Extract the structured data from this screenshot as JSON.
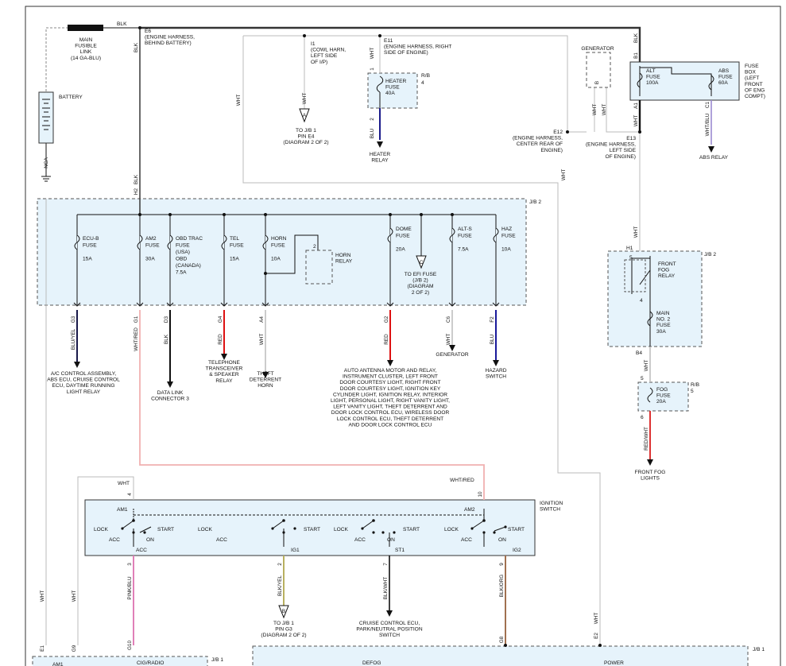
{
  "top": {
    "fusible_link": [
      "MAIN",
      "FUSIBLE",
      "LINK",
      "(14 GA-BLU)"
    ],
    "blk_top": "BLK",
    "e6": [
      "E6",
      "(ENGINE HARNESS,",
      "BEHIND BATTERY)"
    ],
    "battery": "BATTERY",
    "nca": "NCA",
    "blk_left": "BLK",
    "i1": [
      "I1",
      "(COWL HARN,",
      "LEFT SIDE",
      "OF I/P)"
    ],
    "i1_wire": "WHT",
    "conn_a": "A",
    "to_jb1_e4": [
      "TO J/B 1",
      "PIN E4",
      "(DIAGRAM 2 OF 2)"
    ],
    "e11": [
      "E11",
      "(ENGINE HARNESS, RIGHT",
      "SIDE OF ENGINE)"
    ],
    "e11_wire": "WHT",
    "heater_fuse": [
      "HEATER",
      "FUSE",
      "40A"
    ],
    "rb": "R/B",
    "pin_4": "4",
    "pin_1": "1",
    "pin_2": "2",
    "blu": "BLU",
    "heater_relay": [
      "HEATER",
      "RELAY"
    ],
    "wht_loop": "WHT",
    "generator": "GENERATOR",
    "gen_b": "B",
    "gen_wht1": "WHT",
    "gen_wht2": "WHT",
    "e12": [
      "E12",
      "(ENGINE HARNESS,",
      "CENTER REAR OF",
      "ENGINE)"
    ],
    "e12_wht": "WHT",
    "e13": [
      "E13",
      "(ENGINE HARNESS,",
      "LEFT SIDE",
      "OF ENGINE)"
    ],
    "b1": "B1",
    "b1_blk": "BLK",
    "alt_fuse": [
      "ALT",
      "FUSE",
      "100A"
    ],
    "abs_fuse": [
      "ABS",
      "FUSE",
      "60A"
    ],
    "fuse_box": [
      "FUSE",
      "BOX",
      "(LEFT",
      "FRONT",
      "OF ENG",
      "COMPT)"
    ],
    "a1": "A1",
    "a1_wht": "WHT",
    "c1": "C1",
    "c1_wire": "WHT/BLU",
    "abs_relay": "ABS RELAY"
  },
  "jb2": {
    "label": "J/B 2",
    "h2": "H2",
    "h2_blk": "BLK",
    "fuses": [
      {
        "name": [
          "ECU-B",
          "FUSE",
          "",
          "15A"
        ],
        "pin": "G3",
        "wire": "BLU/YEL",
        "dest": [
          "A/C CONTROL ASSEMBLY,",
          "ABS ECU, CRUISE CONTROL",
          "ECU, DAYTIME RUNNING",
          "LIGHT RELAY"
        ]
      },
      {
        "name": [
          "AM2",
          "FUSE",
          "",
          "30A"
        ],
        "pin": "G1",
        "wire": "WHT/RED",
        "dest": []
      },
      {
        "name": [
          "OBD TRAC",
          "FUSE",
          "(USA)",
          "OBD",
          "(CANADA)",
          "7.5A"
        ],
        "pin": "D3",
        "wire": "BLK",
        "dest": [
          "DATA LINK",
          "CONNECTOR 3"
        ]
      },
      {
        "name": [
          "TEL",
          "FUSE",
          "",
          "15A"
        ],
        "pin": "G4",
        "wire": "RED",
        "dest": [
          "TELEPHONE",
          "TRANSCEIVER",
          "& SPEAKER",
          "RELAY"
        ]
      },
      {
        "name": [
          "HORN",
          "FUSE",
          "",
          "10A"
        ],
        "pin": "A4",
        "wire": "WHT",
        "dest": [
          "THEFT",
          "DETERRENT",
          "HORN"
        ]
      },
      {
        "name": [
          "DOME",
          "FUSE",
          "",
          "20A"
        ],
        "pin": "G2",
        "wire": "RED",
        "dest": [
          "AUTO ANTENNA MOTOR AND RELAY,",
          "INSTRUMENT CLUSTER, LEFT FRONT",
          "DOOR COURTESY LIGHT, RIGHT FRONT",
          "DOOR COURTESY LIGHT, IGNITION KEY",
          "CYLINDER LIGHT, IGNITION RELAY, INTERIOR",
          "LIGHT, PERSONAL LIGHT, RIGHT VANITY LIGHT,",
          "LEFT VANITY LIGHT, THEFT DETERRENT AND",
          "DOOR LOCK CONTROL ECU, WIRELESS DOOR",
          "LOCK CONTROL ECU, THEFT DETERRENT",
          "AND DOOR LOCK CONTROL ECU"
        ]
      },
      {
        "name": [
          "ALT-S",
          "FUSE",
          "",
          "7.5A"
        ],
        "pin": "C6",
        "wire": "WHT",
        "dest": [
          "GENERATOR"
        ]
      },
      {
        "name": [
          "HAZ",
          "FUSE",
          "",
          "10A"
        ],
        "pin": "F2",
        "wire": "BLU",
        "dest": [
          "HAZARD",
          "SWITCH"
        ]
      }
    ],
    "horn_relay": [
      "HORN",
      "RELAY"
    ],
    "horn_pin": "2",
    "conn_c": "C",
    "to_efi": [
      "TO EFI FUSE",
      "(J/B 2)",
      "(DIAGRAM",
      "2 OF 2)"
    ]
  },
  "fog": {
    "wht_top": "WHT",
    "h1": "H1",
    "jb2": "J/B 2",
    "pin5": "5",
    "relay": [
      "FRONT",
      "FOG",
      "RELAY"
    ],
    "pin4": "4",
    "main_fuse": [
      "MAIN",
      "NO. 2",
      "FUSE",
      "30A"
    ],
    "b4": "B4",
    "b4_wht": "WHT",
    "pin5b": "5",
    "fog_fuse": [
      "FOG",
      "FUSE",
      "20A"
    ],
    "rb": "R/B",
    "rb_pin": "5",
    "pin6": "6",
    "wire": "RED/WHT",
    "dest": [
      "FRONT FOG",
      "LIGHTS"
    ]
  },
  "ignition": {
    "title": [
      "IGNITION",
      "SWITCH"
    ],
    "wht_left": "WHT",
    "pin4": "4",
    "pin10": "10",
    "whtred": "WHT/RED",
    "am1": "AM1",
    "am2": "AM2",
    "positions": [
      "LOCK",
      "ACC",
      "ON",
      "START"
    ],
    "lock_mid": "LOCK",
    "acc_mid": "ACC",
    "acc_out": "ACC",
    "ig1": "IG1",
    "st1": "ST1",
    "ig2": "IG2",
    "pin3": "3",
    "pin2": "2",
    "pin7": "7",
    "pin9": "9",
    "pinkblu": "PINK/BLU",
    "blkyel": "BLK/YEL",
    "blkwht": "BLK/WHT",
    "blkorg": "BLK/ORG",
    "conn_b": "B",
    "to_jb1_g3": [
      "TO J/B 1",
      "PIN G3",
      "(DIAGRAM 2 OF 2)"
    ],
    "cruise": [
      "CRUISE CONTROL ECU,",
      "PARK/NEUTRAL POSITION",
      "SWITCH"
    ]
  },
  "bottom": {
    "wht1": "WHT",
    "wht2": "WHT",
    "e1": "E1",
    "g9": "G9",
    "g10": "G10",
    "g8": "G8",
    "e2": "E2",
    "e2_wht": "WHT",
    "am1": "AM1",
    "cig": "CIG/RADIO",
    "jb1a": "J/B 1",
    "defog": "DEFOG",
    "power": "POWER",
    "jb1b": "J/B 1"
  }
}
